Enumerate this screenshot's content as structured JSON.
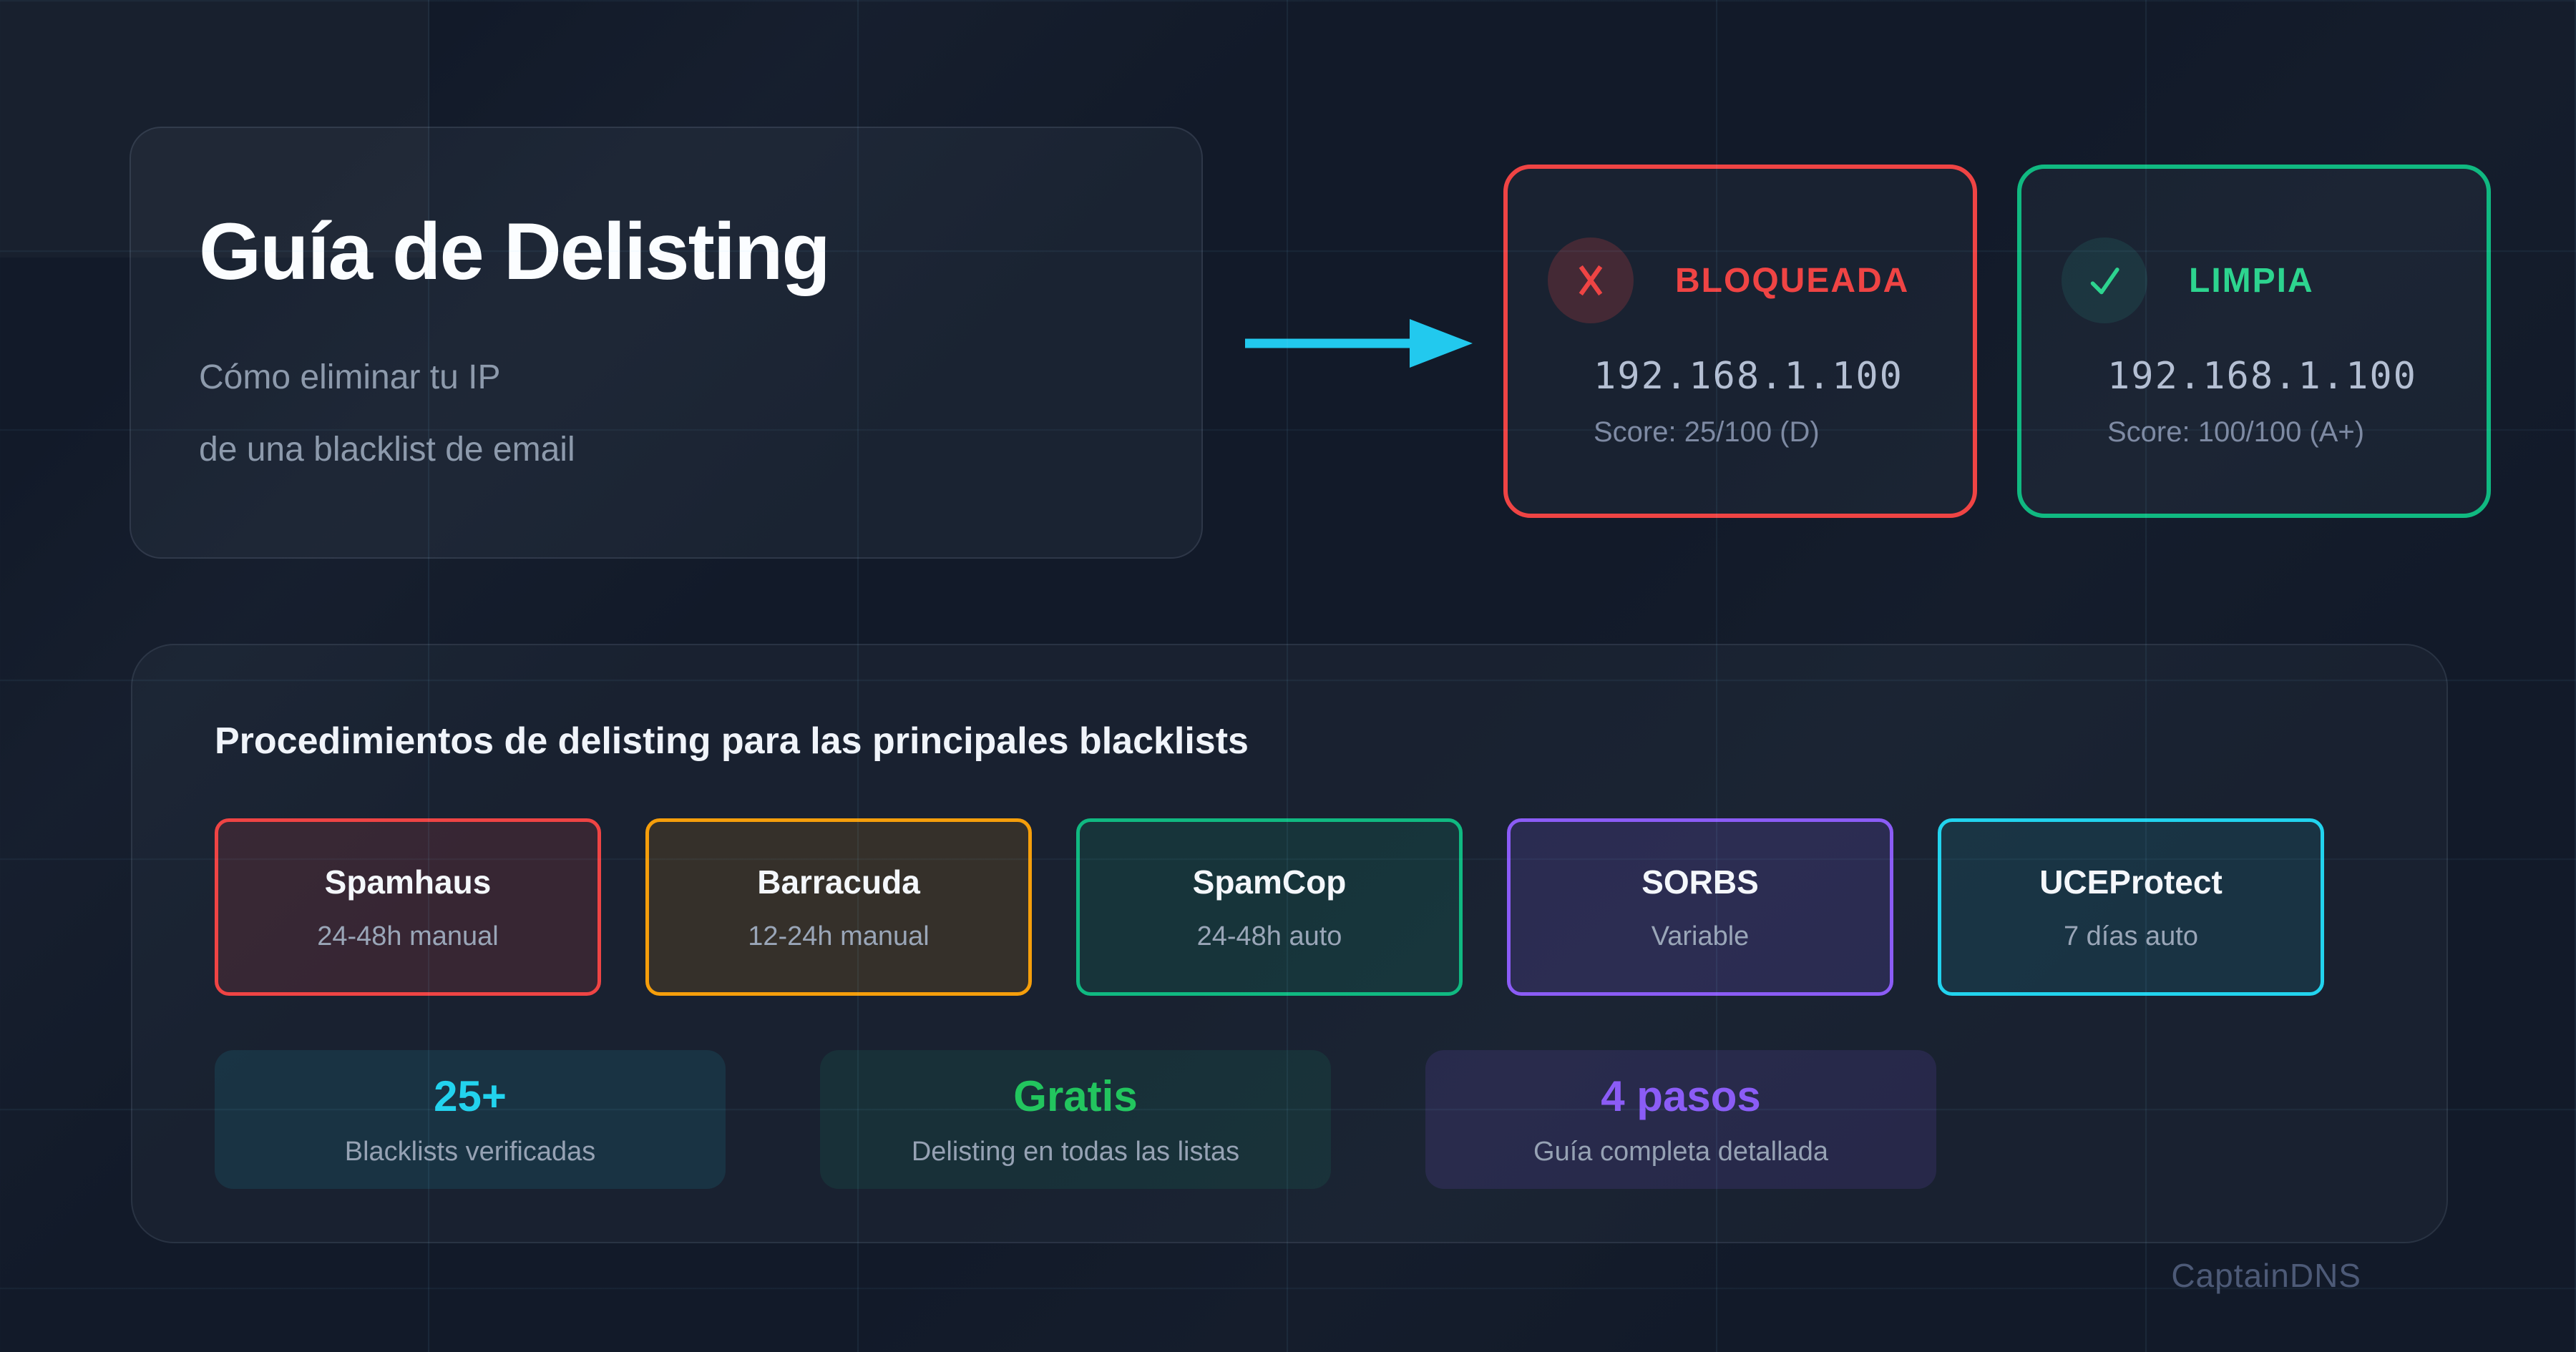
{
  "brand": {
    "watermark": "CaptainDNS"
  },
  "colors": {
    "red": "#ef4444",
    "orange": "#f59e0b",
    "green": "#10b981",
    "green_bright": "#2dd48f",
    "cyan": "#22d3ee",
    "purple": "#8b5cf6",
    "arrow": "#22c9ee"
  },
  "hero": {
    "title": "Guía de Delisting",
    "subtitle_line1": "Cómo eliminar tu IP",
    "subtitle_line2": "de una blacklist de email"
  },
  "status_cards": {
    "blocked": {
      "label": "BLOQUEADA",
      "icon": "x-icon",
      "ip": "192.168.1.100",
      "score": "Score: 25/100 (D)",
      "accent": "#ef4444"
    },
    "clean": {
      "label": "LIMPIA",
      "icon": "check-icon",
      "ip": "192.168.1.100",
      "score": "Score: 100/100 (A+)",
      "accent": "#10b981",
      "label_color": "#2dd48f"
    }
  },
  "procedures": {
    "heading": "Procedimientos de delisting para las principales blacklists",
    "blacklists": [
      {
        "name": "Spamhaus",
        "time": "24-48h manual",
        "accent": "#ef4444"
      },
      {
        "name": "Barracuda",
        "time": "12-24h manual",
        "accent": "#f59e0b"
      },
      {
        "name": "SpamCop",
        "time": "24-48h auto",
        "accent": "#10b981"
      },
      {
        "name": "SORBS",
        "time": "Variable",
        "accent": "#8b5cf6"
      },
      {
        "name": "UCEProtect",
        "time": "7 días auto",
        "accent": "#22d3ee"
      }
    ],
    "stats": [
      {
        "value": "25+",
        "label": "Blacklists verificadas",
        "accent": "#22d3ee"
      },
      {
        "value": "Gratis",
        "label": "Delisting en todas las listas",
        "accent": "#22c55e"
      },
      {
        "value": "4 pasos",
        "label": "Guía completa detallada",
        "accent": "#8b5cf6"
      }
    ]
  }
}
